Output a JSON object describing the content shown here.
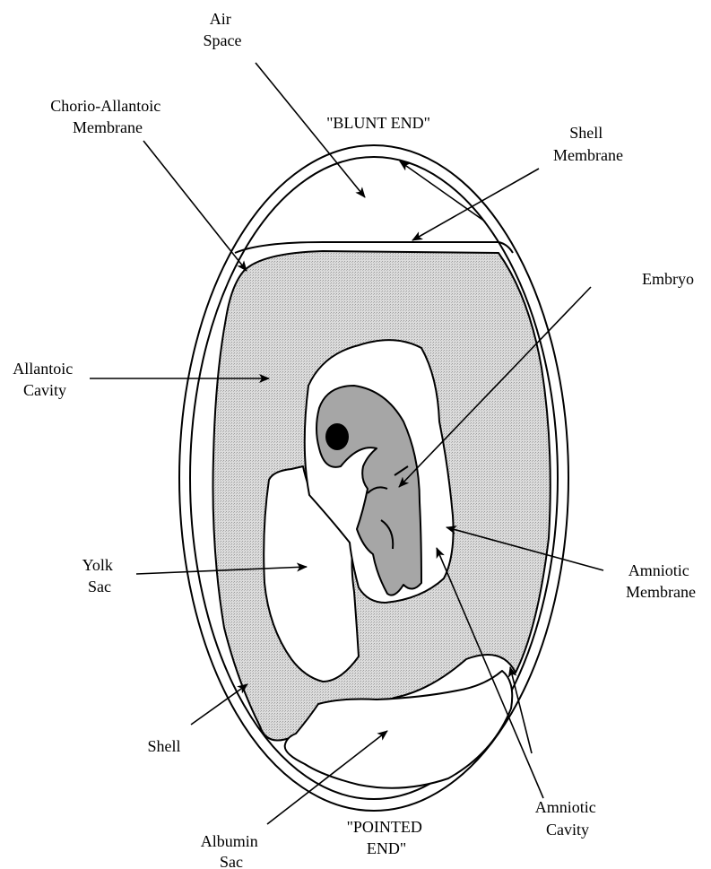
{
  "labels": {
    "air_space": [
      "Air",
      "Space"
    ],
    "chorio_allantoic_membrane": [
      "Chorio-Allantoic",
      "Membrane"
    ],
    "blunt_end": "\"BLUNT END\"",
    "shell_membrane": [
      "Shell",
      "Membrane"
    ],
    "allantoic_cavity": [
      "Allantoic",
      "Cavity"
    ],
    "embryo": "Embryo",
    "yolk_sac": [
      "Yolk",
      "Sac"
    ],
    "amniotic_membrane": [
      "Amniotic",
      "Membrane"
    ],
    "shell": "Shell",
    "amniotic_cavity": [
      "Amniotic",
      "Cavity"
    ],
    "albumin_sac": [
      "Albumin",
      "Sac"
    ],
    "pointed_end": [
      "\"POINTED",
      "END\""
    ]
  },
  "colors": {
    "stroke": "#000000",
    "allantoic_fill": "#d2d2d2",
    "embryo_fill": "#a6a6a6",
    "background": "#ffffff"
  }
}
